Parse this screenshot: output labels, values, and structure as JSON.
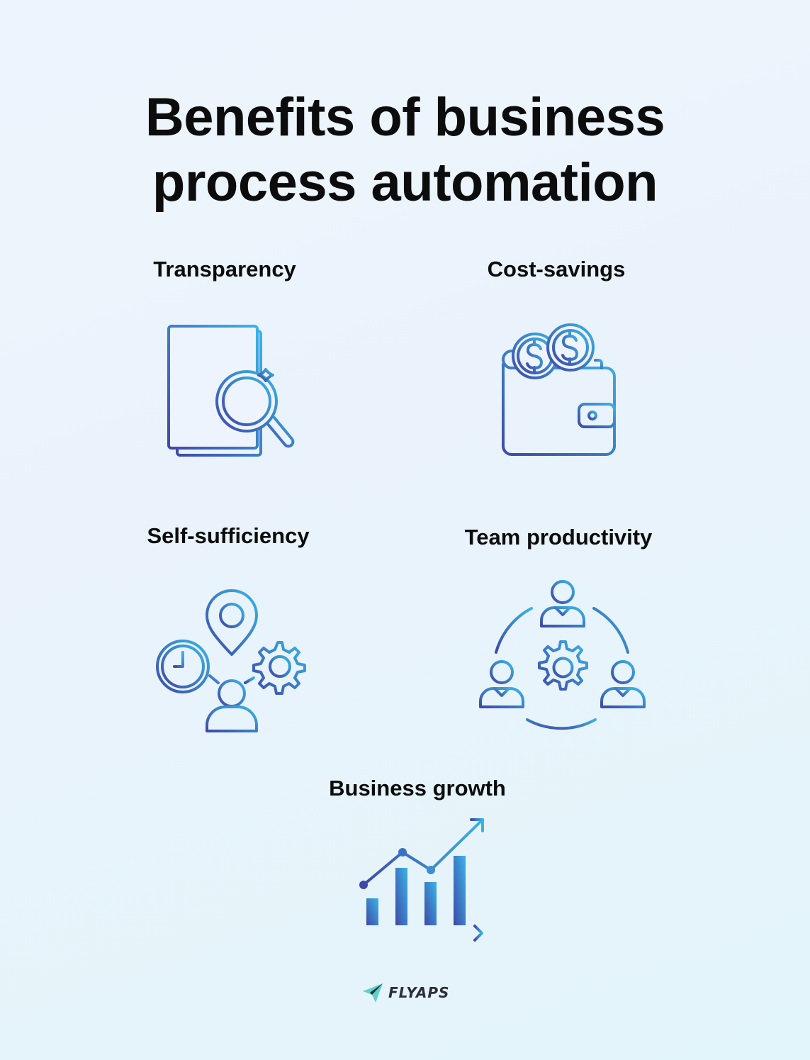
{
  "title": {
    "line1": "Benefits of business",
    "line2": "process automation"
  },
  "benefits": [
    {
      "label": "Transparency",
      "icon": "document-magnifier-icon"
    },
    {
      "label": "Cost-savings",
      "icon": "wallet-coins-icon"
    },
    {
      "label": "Self-sufficiency",
      "icon": "person-clock-gear-pin-icon"
    },
    {
      "label": "Team productivity",
      "icon": "team-gear-cycle-icon"
    },
    {
      "label": "Business growth",
      "icon": "growth-chart-icon"
    }
  ],
  "logo": {
    "text": "FLYAPS",
    "icon": "paper-plane-icon"
  },
  "colors": {
    "gradient_start": "#3e4aa8",
    "gradient_end": "#3bb3e6",
    "text": "#0c0c0c"
  }
}
